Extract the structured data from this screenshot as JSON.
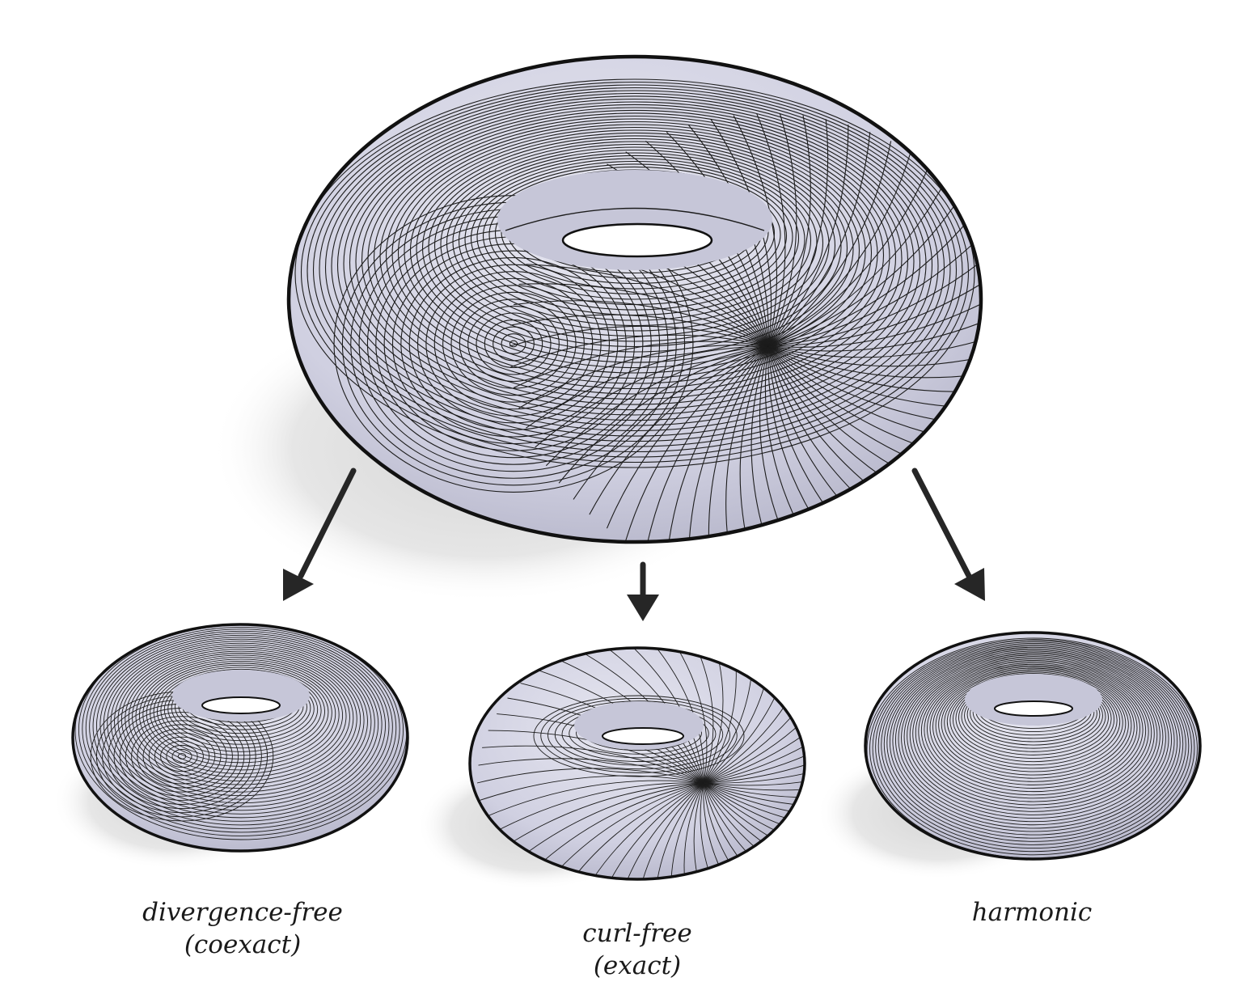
{
  "colors": {
    "surface": "#cfcfe0",
    "surface_light": "#e4e4ef",
    "outline": "#111111",
    "streamline": "#1c1c1c",
    "shadow": "#dedede",
    "arrow": "#262626"
  },
  "captions": {
    "divergence_free": {
      "line1": "divergence-free",
      "line2": "(coexact)"
    },
    "curl_free": {
      "line1": "curl-free",
      "line2": "(exact)"
    },
    "harmonic": {
      "line1": "harmonic"
    }
  },
  "icons": {
    "main": "torus-vector-field-icon",
    "left": "torus-divergence-free-icon",
    "middle": "torus-curl-free-icon",
    "right": "torus-harmonic-icon",
    "arrow": "arrow-down-icon"
  }
}
